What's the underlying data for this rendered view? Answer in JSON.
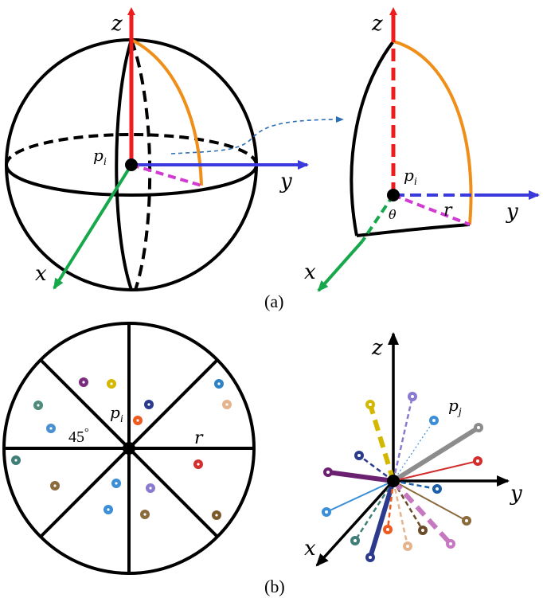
{
  "panel_a": {
    "caption": "(a)",
    "axis_z": "z",
    "axis_y": "y",
    "axis_x": "x",
    "point_base": "p",
    "point_sub": "i",
    "radius": "r",
    "angle": "θ",
    "colors": {
      "z_axis": "#ee1c1c",
      "y_axis": "#3b3bdd",
      "x_axis": "#16a84a",
      "arc": "#ef8f1a",
      "radius": "#d23bd2",
      "arrow": "#2f6fb6"
    }
  },
  "panel_b": {
    "caption": "(b)",
    "axis_z": "z",
    "axis_y": "y",
    "axis_x": "x",
    "center_base": "p",
    "center_sub": "i",
    "neighbor_base": "p",
    "neighbor_sub": "j",
    "radius": "r",
    "angle": "45",
    "angle_unit": "°",
    "sector_points": [
      {
        "color": "#7b2c7e"
      },
      {
        "color": "#d4b800"
      },
      {
        "color": "#2b3a8c"
      },
      {
        "color": "#ef5b1e"
      },
      {
        "color": "#2f82c3"
      },
      {
        "color": "#e6b48c"
      },
      {
        "color": "#4b8a7c"
      },
      {
        "color": "#4a8fd0"
      },
      {
        "color": "#3f7f78"
      },
      {
        "color": "#8b6a3c"
      },
      {
        "color": "#d22e2e"
      },
      {
        "color": "#3a8fd6"
      },
      {
        "color": "#8a7ad0"
      },
      {
        "color": "#3a8fd6"
      },
      {
        "color": "#8b6a3c"
      },
      {
        "color": "#7b5a2a"
      }
    ],
    "neighbors": [
      {
        "color": "#d4b800",
        "style": "dash-thick"
      },
      {
        "color": "#8a7ad0",
        "style": "dash"
      },
      {
        "color": "#3a8fd6",
        "style": "dot"
      },
      {
        "color": "#8c8c8c",
        "style": "solid-thick"
      },
      {
        "color": "#d22e2e",
        "style": "solid"
      },
      {
        "color": "#2b3a8c",
        "style": "dash"
      },
      {
        "color": "#6b2070",
        "style": "solid-thick"
      },
      {
        "color": "#1a5fa8",
        "style": "dash"
      },
      {
        "color": "#3a8fd6",
        "style": "solid"
      },
      {
        "color": "#8b6a3c",
        "style": "solid"
      },
      {
        "color": "#3f7f78",
        "style": "dash"
      },
      {
        "color": "#2b3a8c",
        "style": "solid-thick"
      },
      {
        "color": "#ef5b1e",
        "style": "dash"
      },
      {
        "color": "#e6b48c",
        "style": "dash"
      },
      {
        "color": "#6b4a2a",
        "style": "dash"
      },
      {
        "color": "#c678c0",
        "style": "dash-thick"
      }
    ]
  }
}
